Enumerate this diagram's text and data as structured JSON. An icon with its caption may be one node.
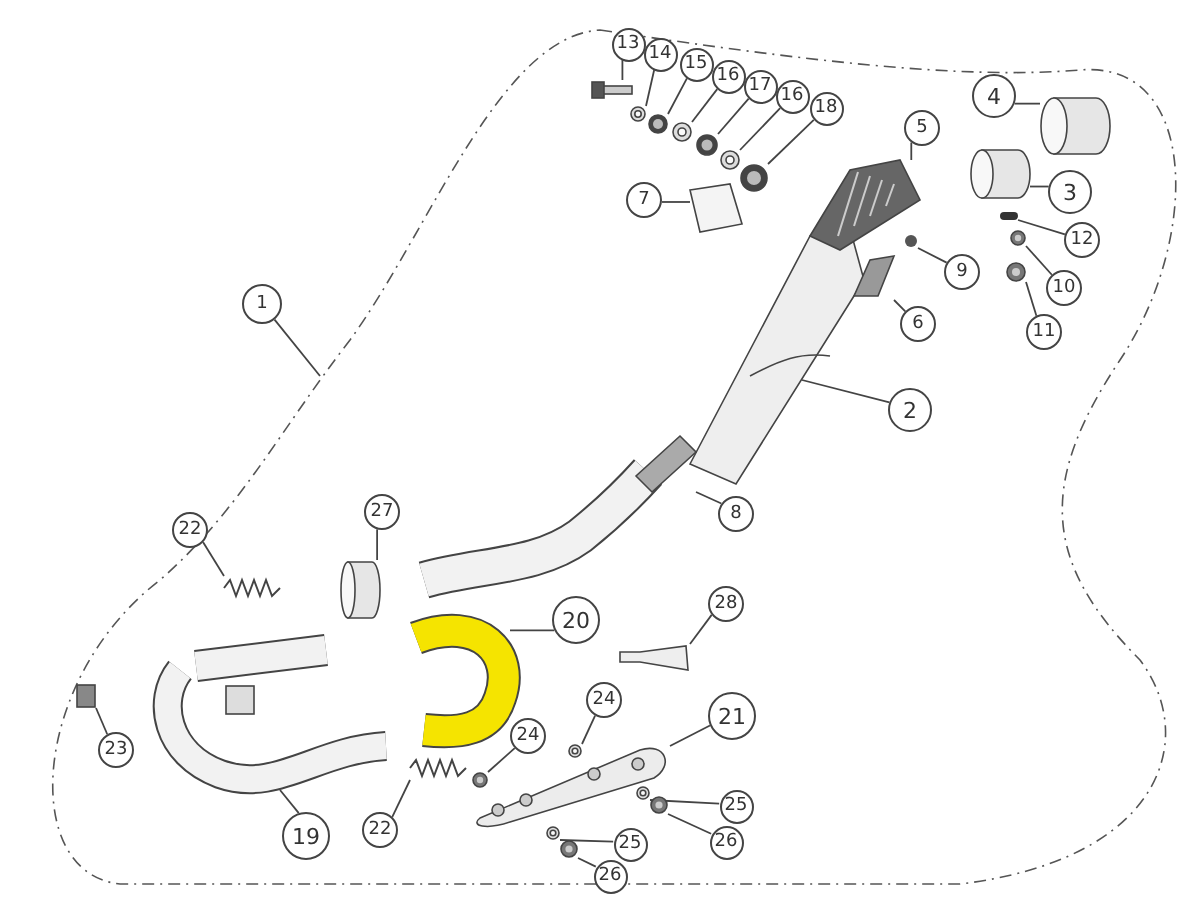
{
  "diagram": {
    "nodes": [
      {
        "text": [
          "1"
        ]
      },
      {
        "text": [
          "2"
        ]
      },
      {
        "text": [
          "3"
        ]
      },
      {
        "text": [
          "4"
        ]
      },
      {
        "text": [
          "5"
        ]
      },
      {
        "text": [
          "6"
        ]
      },
      {
        "text": [
          "7"
        ]
      },
      {
        "text": [
          "8"
        ]
      },
      {
        "text": [
          "9"
        ]
      },
      {
        "text": [
          "10"
        ]
      },
      {
        "text": [
          "11"
        ]
      },
      {
        "text": [
          "12"
        ]
      },
      {
        "text": [
          "13"
        ]
      },
      {
        "text": [
          "14"
        ]
      },
      {
        "text": [
          "15"
        ]
      },
      {
        "text": [
          "16"
        ]
      },
      {
        "text": [
          "17"
        ]
      },
      {
        "text": [
          "16"
        ]
      },
      {
        "text": [
          "18"
        ]
      },
      {
        "text": [
          "19"
        ]
      },
      {
        "text": [
          "20"
        ]
      },
      {
        "text": [
          "21"
        ]
      },
      {
        "text": [
          "22"
        ]
      },
      {
        "text": [
          "22"
        ]
      },
      {
        "text": [
          "23"
        ]
      },
      {
        "text": [
          "24"
        ]
      },
      {
        "text": [
          "24"
        ]
      },
      {
        "text": [
          "25"
        ]
      },
      {
        "text": [
          "25"
        ]
      },
      {
        "text": [
          "26"
        ]
      },
      {
        "text": [
          "26"
        ]
      },
      {
        "text": [
          "27"
        ]
      },
      {
        "text": [
          "28"
        ]
      },
      {
        "text": [],
        "shape": "picture"
      },
      {
        "text": [],
        "shape": "cylinder"
      },
      {
        "text": [],
        "shape": "cylinder"
      },
      {
        "text": [],
        "shape": "picture"
      },
      {
        "text": [],
        "shape": "picture"
      },
      {
        "text": [],
        "shape": "picture"
      },
      {
        "text": [],
        "shape": "picture"
      },
      {
        "text": [],
        "shape": "circle"
      },
      {
        "text": [],
        "shape": "picture"
      },
      {
        "text": [],
        "shape": "picture"
      },
      {
        "text": [],
        "shape": "bar"
      },
      {
        "text": [],
        "shape": "picture"
      },
      {
        "text": [],
        "shape": "picture"
      },
      {
        "text": [],
        "shape": "picture"
      },
      {
        "text": [],
        "shape": "picture"
      },
      {
        "text": [],
        "shape": "picture"
      },
      {
        "text": [],
        "shape": "picture"
      },
      {
        "text": [],
        "shape": "picture"
      },
      {
        "text": [],
        "shape": "picture"
      },
      {
        "text": [],
        "shape": "picture"
      },
      {
        "text": [],
        "shape": "picture"
      },
      {
        "text": [],
        "shape": "picture"
      },
      {
        "text": [],
        "shape": "picture"
      },
      {
        "text": [],
        "shape": "box"
      },
      {
        "text": [],
        "shape": "picture"
      },
      {
        "text": [],
        "shape": "picture"
      },
      {
        "text": [],
        "shape": "picture"
      },
      {
        "text": [],
        "shape": "picture"
      },
      {
        "text": [],
        "shape": "picture"
      },
      {
        "text": [],
        "shape": "picture"
      },
      {
        "text": [],
        "shape": "cylinder"
      },
      {
        "text": [],
        "shape": "picture"
      }
    ],
    "edges": [
      {
        "from": 0,
        "to": null,
        "arrow": "none"
      },
      {
        "from": 1,
        "to": 33,
        "arrow": "none"
      },
      {
        "from": 2,
        "to": 34,
        "arrow": "none"
      },
      {
        "from": 3,
        "to": 35,
        "arrow": "none"
      },
      {
        "from": 4,
        "to": 36,
        "arrow": "none"
      },
      {
        "from": 5,
        "to": 37,
        "arrow": "none"
      },
      {
        "from": 6,
        "to": 38,
        "arrow": "none"
      },
      {
        "from": 7,
        "to": 39,
        "arrow": "none"
      },
      {
        "from": 8,
        "to": 40,
        "arrow": "none"
      },
      {
        "from": 9,
        "to": 41,
        "arrow": "none"
      },
      {
        "from": 10,
        "to": 42,
        "arrow": "none"
      },
      {
        "from": 11,
        "to": 43,
        "arrow": "none"
      },
      {
        "from": 12,
        "to": 44,
        "arrow": "none"
      },
      {
        "from": 13,
        "to": 45,
        "arrow": "none"
      },
      {
        "from": 14,
        "to": 46,
        "arrow": "none"
      },
      {
        "from": 15,
        "to": 47,
        "arrow": "none"
      },
      {
        "from": 16,
        "to": 48,
        "arrow": "none"
      },
      {
        "from": 17,
        "to": 49,
        "arrow": "none"
      },
      {
        "from": 18,
        "to": 50,
        "arrow": "none"
      },
      {
        "from": 19,
        "to": 51,
        "arrow": "none"
      },
      {
        "from": 20,
        "to": 52,
        "arrow": "none"
      },
      {
        "from": 21,
        "to": 53,
        "arrow": "none"
      },
      {
        "from": 22,
        "to": 54,
        "arrow": "none"
      },
      {
        "from": 23,
        "to": 55,
        "arrow": "none"
      },
      {
        "from": 24,
        "to": 56,
        "arrow": "none"
      },
      {
        "from": 25,
        "to": 57,
        "arrow": "none"
      },
      {
        "from": 26,
        "to": 58,
        "arrow": "none"
      },
      {
        "from": 27,
        "to": 59,
        "arrow": "none"
      },
      {
        "from": 28,
        "to": 60,
        "arrow": "none"
      },
      {
        "from": 29,
        "to": 61,
        "arrow": "none"
      },
      {
        "from": 30,
        "to": 62,
        "arrow": "none"
      },
      {
        "from": 31,
        "to": 63,
        "arrow": "none"
      },
      {
        "from": 32,
        "to": 64,
        "arrow": "none"
      }
    ]
  }
}
